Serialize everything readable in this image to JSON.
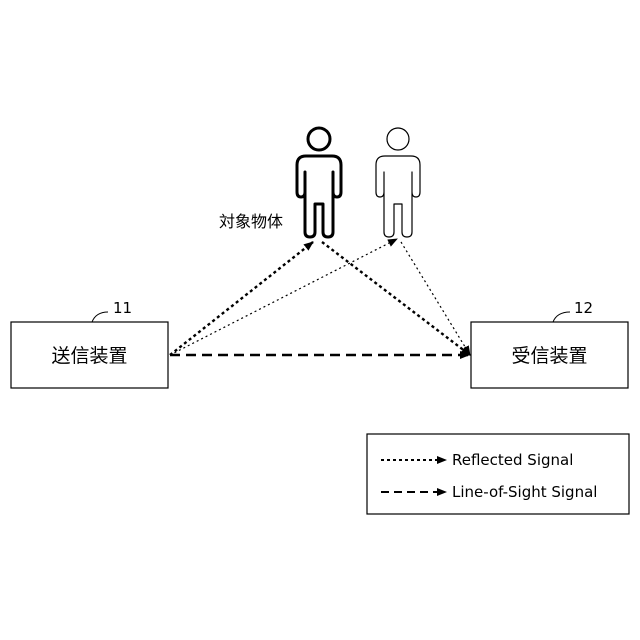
{
  "transmitter": {
    "label": "送信装置",
    "ref_number": "11"
  },
  "receiver": {
    "label": "受信装置",
    "ref_number": "12"
  },
  "target_object": {
    "label": "対象物体"
  },
  "legend": {
    "reflected_label": "Reflected Signal",
    "line_of_sight_label": "Line-of-Sight Signal"
  }
}
